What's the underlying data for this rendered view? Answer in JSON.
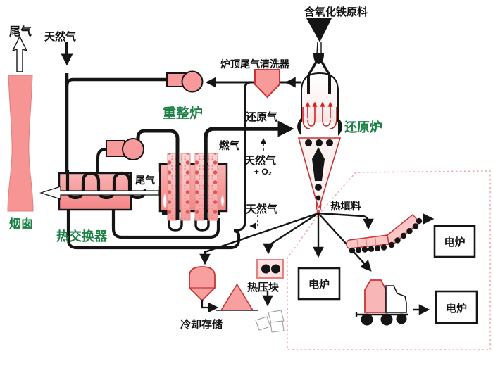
{
  "diagram": {
    "stack": {
      "label": "烟囱",
      "tail_gas": "尾气"
    },
    "natural_gas_top": "天然气",
    "scrubber": {
      "label": "炉顶尾气清洗器"
    },
    "reformer": {
      "label": "重整炉",
      "fuel_gas": "燃气"
    },
    "reducing_gas": "还原气",
    "ng_o2": {
      "gas": "天然气",
      "oxygen": "+ O₂"
    },
    "furnace": {
      "label": "还原炉",
      "feed": "含氧化铁原料"
    },
    "heat_exchanger": {
      "label": "热交换器",
      "tail_gas": "尾气"
    },
    "ng_burner": "天然气",
    "hot_charge": "热填料",
    "outputs": {
      "cooling_storage": "冷却存储",
      "hot_briquette": "热压块",
      "electric_furnace_center": "电炉",
      "electric_furnace_top": "电炉",
      "electric_furnace_bottom": "电炉"
    },
    "colors": {
      "equipment_pink": "#f89a9a",
      "accent_red": "#c93333",
      "label_green": "#1d8147",
      "line_black": "#151515",
      "boundary_dashed_pink": "#f2a8a8"
    }
  }
}
